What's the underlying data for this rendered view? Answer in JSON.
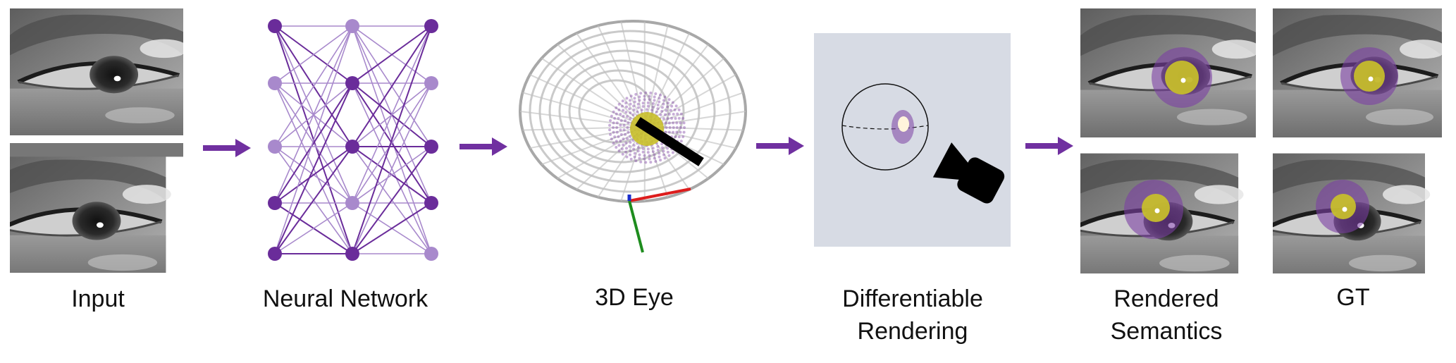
{
  "stages": {
    "input": "Input",
    "network": "Neural Network",
    "eye3d": "3D Eye",
    "render_line1": "Differentiable",
    "render_line2": "Rendering",
    "semantics_line1": "Rendered",
    "semantics_line2": "Semantics",
    "gt": "GT"
  },
  "colors": {
    "arrow": "#7030a0",
    "node_dark": "#6a2c9a",
    "node_light": "#a889cc",
    "iris": "#7b3fa3",
    "pupil": "#c9c02a",
    "render_bg": "#d7dbe4",
    "axis_x": "#dd1c1c",
    "axis_y": "#1e8c1e",
    "axis_z": "#1a2ecc"
  },
  "network": {
    "layers": [
      [
        "dark",
        "light",
        "light",
        "dark",
        "dark"
      ],
      [
        "light",
        "dark",
        "dark",
        "light",
        "dark"
      ],
      [
        "dark",
        "light",
        "dark",
        "dark",
        "light"
      ]
    ]
  }
}
